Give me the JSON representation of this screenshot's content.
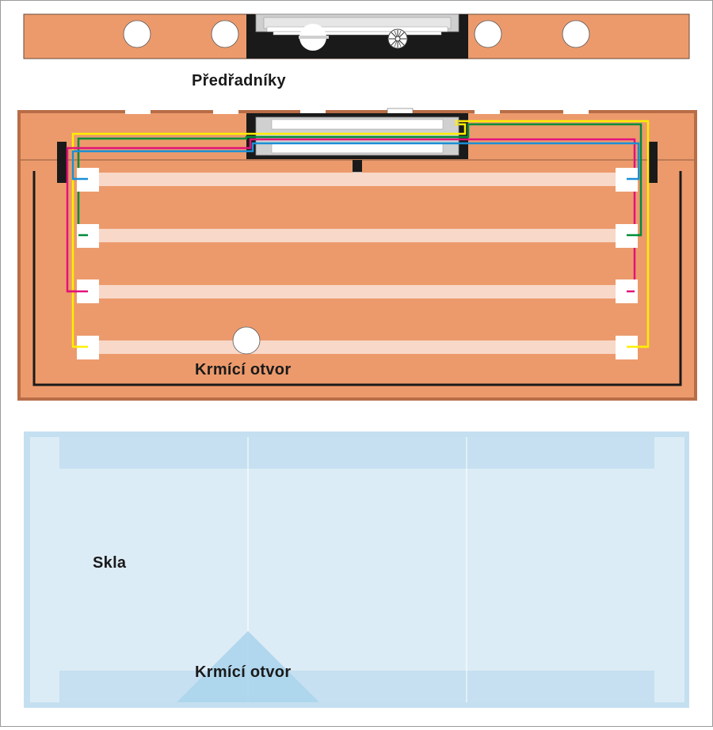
{
  "labels": {
    "ballasts": "Předřadníky",
    "feeding_hole_lid": "Krmící otvor",
    "glass": "Skla",
    "feeding_hole_glass": "Krmící otvor"
  },
  "colors": {
    "wood": "#ec9a6c",
    "wood_edge": "#b86d47",
    "tube": "#f8d8c8",
    "socket": "#ffffff",
    "glass_fill": "#dcecf6",
    "glass_frame": "#c4dff0",
    "glass_strip": "#c6e0f1",
    "glass_triangle": "#a9d3ec",
    "wire_yellow": "#ffee00",
    "wire_green": "#008c3a",
    "wire_magenta": "#e2127a",
    "wire_blue": "#1a8fd6",
    "dark": "#1a1a1a"
  },
  "icons": [
    "fan-icon",
    "ballast-icon",
    "socket-icon",
    "hole-icon"
  ]
}
